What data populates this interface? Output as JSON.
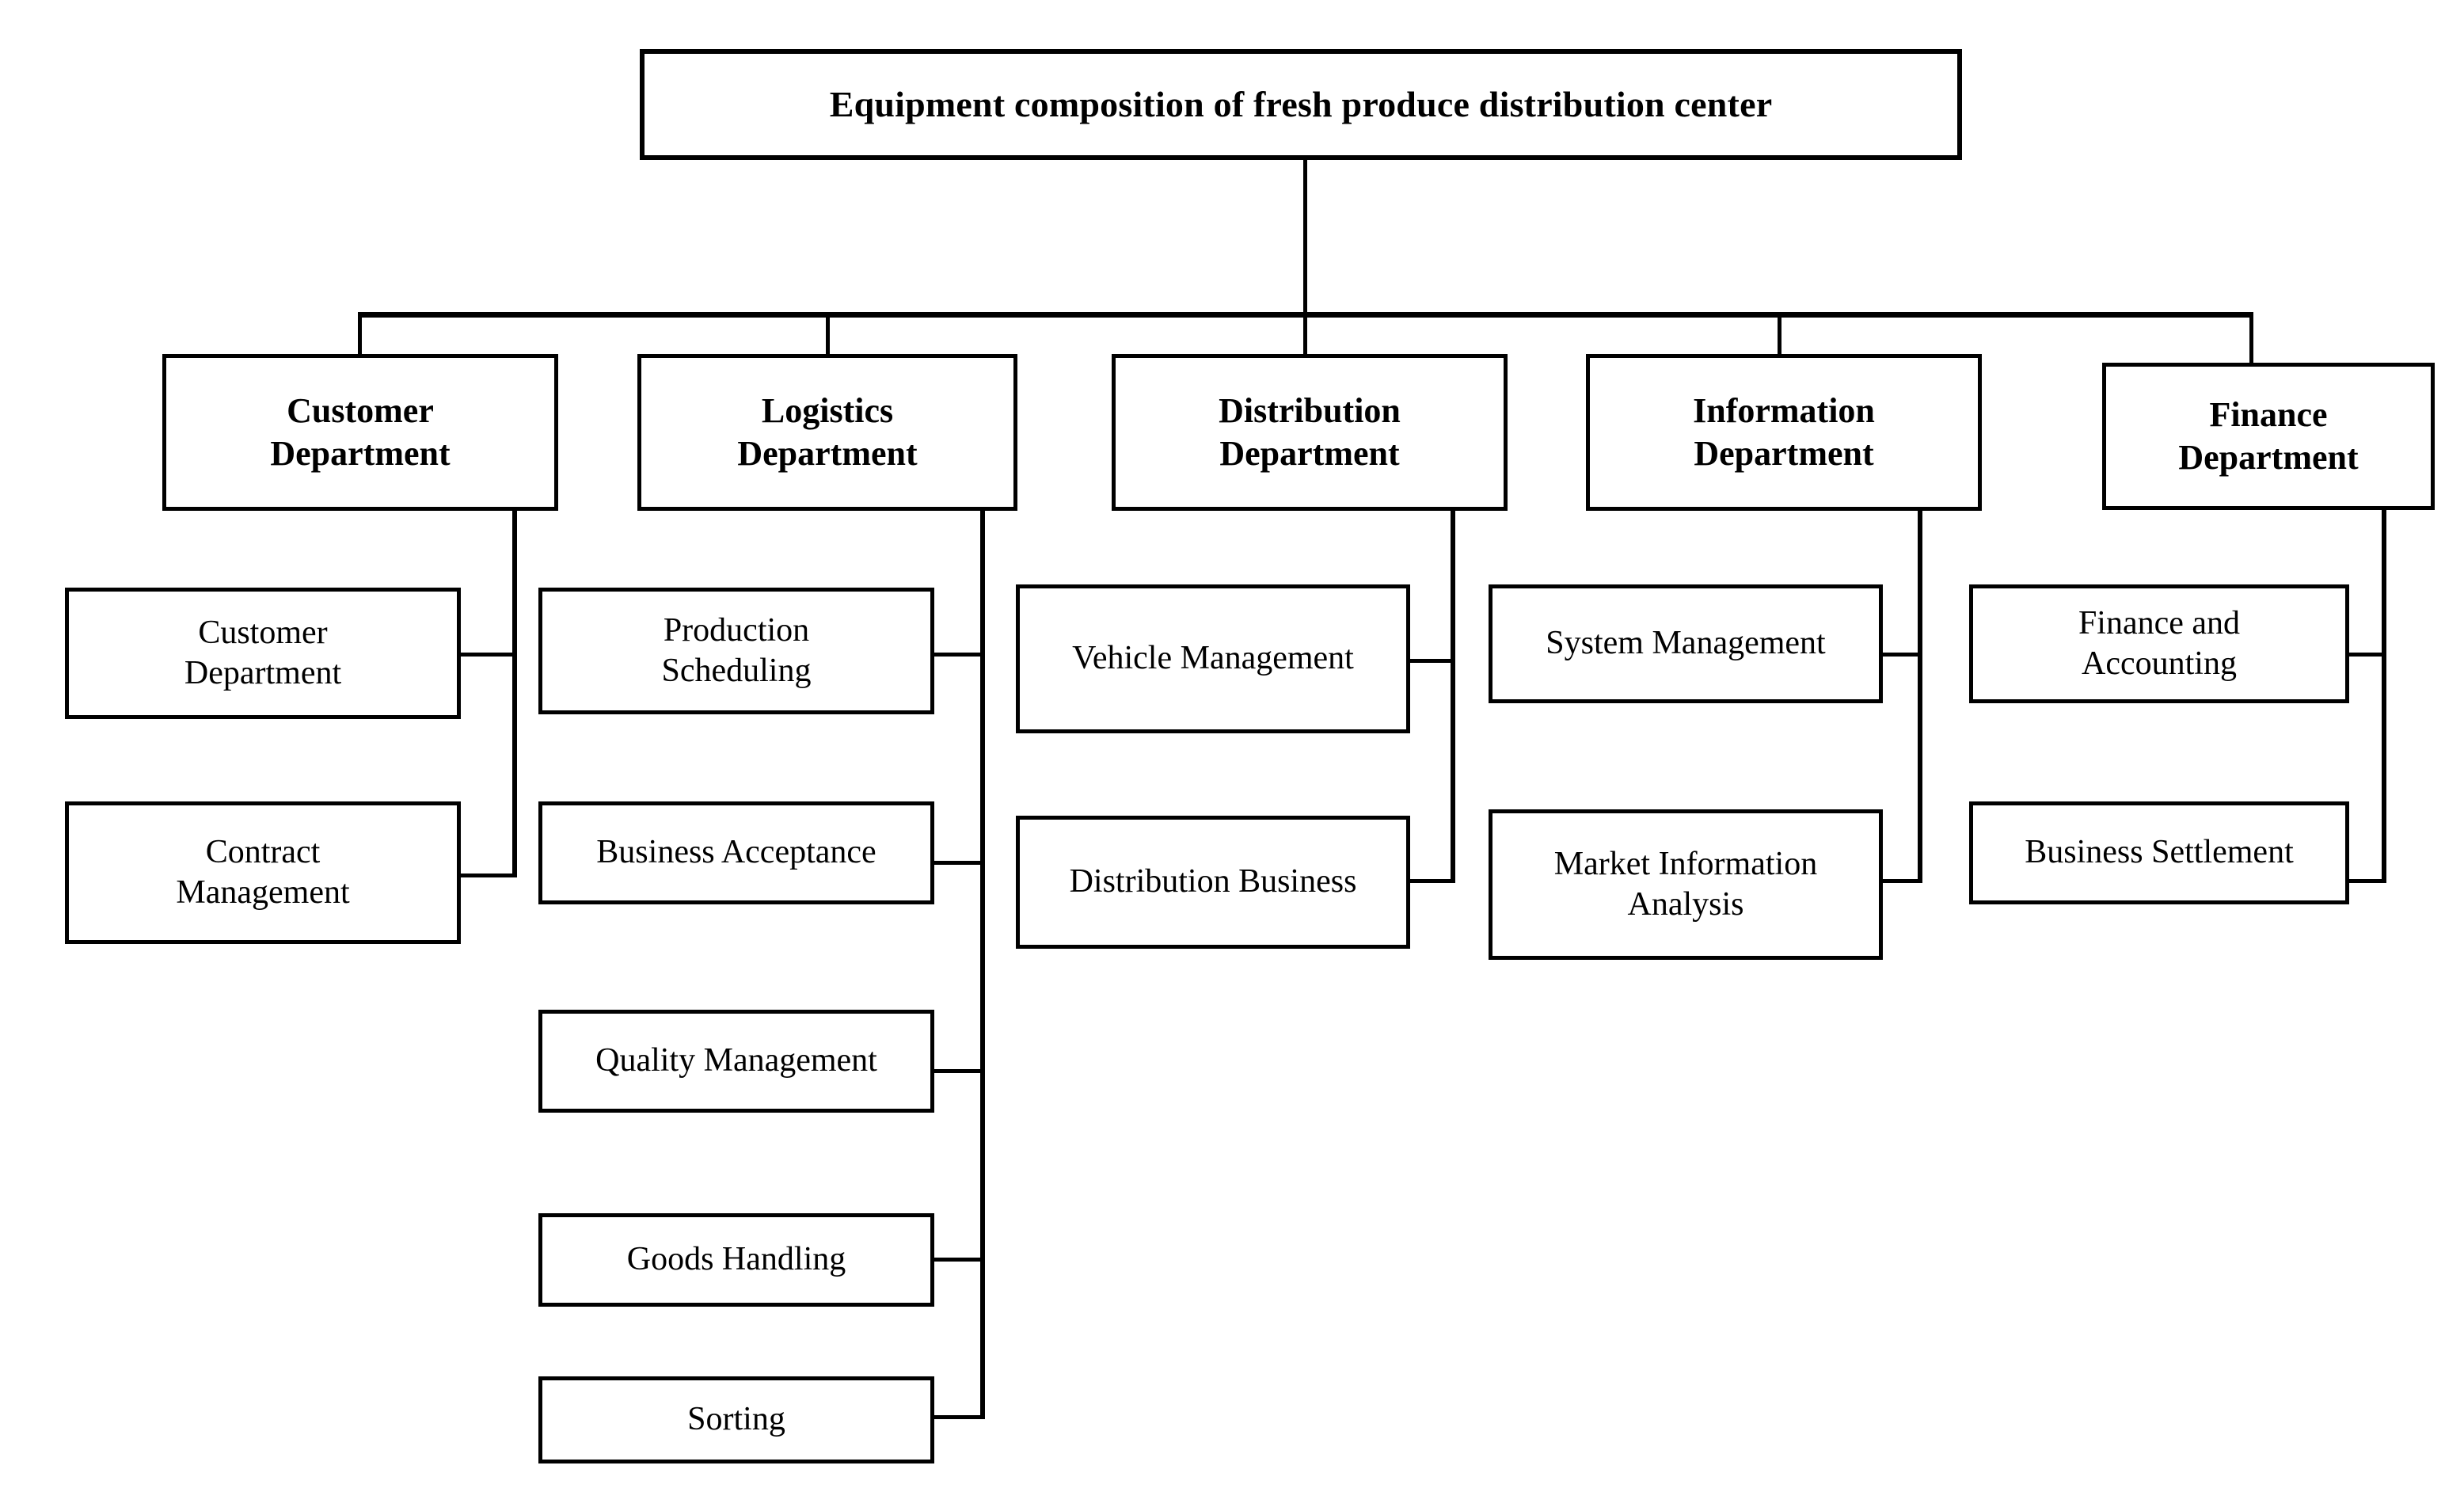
{
  "diagram": {
    "type": "organizational-chart",
    "title": "Equipment composition of  fresh produce distribution center",
    "root": {
      "label": "Equipment composition of  fresh produce distribution center"
    },
    "departments": [
      {
        "id": "customer",
        "label": "Customer\nDepartment",
        "children": [
          {
            "label": "Customer\nDepartment"
          },
          {
            "label": "Contract\nManagement"
          }
        ]
      },
      {
        "id": "logistics",
        "label": "Logistics\nDepartment",
        "children": [
          {
            "label": "Production\nScheduling"
          },
          {
            "label": "Business Acceptance"
          },
          {
            "label": "Quality Management"
          },
          {
            "label": "Goods Handling"
          },
          {
            "label": "Sorting"
          }
        ]
      },
      {
        "id": "distribution",
        "label": "Distribution\nDepartment",
        "children": [
          {
            "label": "Vehicle Management"
          },
          {
            "label": "Distribution Business"
          }
        ]
      },
      {
        "id": "information",
        "label": "Information\nDepartment",
        "children": [
          {
            "label": "System Management"
          },
          {
            "label": "Market Information\nAnalysis"
          }
        ]
      },
      {
        "id": "finance",
        "label": "Finance\nDepartment",
        "children": [
          {
            "label": "Finance and\nAccounting"
          },
          {
            "label": "Business Settlement"
          }
        ]
      }
    ],
    "colors": {
      "stroke": "#000000",
      "fill": "#ffffff",
      "text": "#000000"
    }
  }
}
